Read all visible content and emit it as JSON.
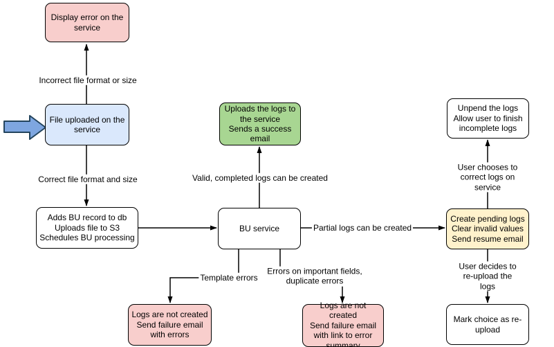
{
  "diagram": {
    "type": "flowchart",
    "background": "#ffffff",
    "palette": {
      "error_fill": "#f8cecc",
      "entry_fill": "#dae8fc",
      "success_fill": "#a8d692",
      "pending_fill": "#fff2cc",
      "process_fill": "#ffffff",
      "stroke": "#000000",
      "entry_arrow_fill": "#7ea6e0",
      "entry_arrow_stroke": "#23445d"
    },
    "nodes": {
      "display_error": {
        "text": "Display error on the\nservice",
        "role": "error",
        "fill": "#f8cecc"
      },
      "file_uploaded": {
        "text": "File uploaded on the\nservice",
        "role": "entry",
        "fill": "#dae8fc"
      },
      "adds_bu_record": {
        "text": "Adds BU record to db\nUploads file to S3\nSchedules BU processing",
        "role": "process",
        "fill": "#ffffff"
      },
      "bu_service": {
        "text": "BU service",
        "role": "process",
        "fill": "#ffffff"
      },
      "upload_success": {
        "text": "Uploads the logs to\nthe service\nSends a success\nemail",
        "role": "success",
        "fill": "#a8d692"
      },
      "create_pending": {
        "text": "Create pending logs\nClear invalid values\nSend resume email",
        "role": "pending",
        "fill": "#fff2cc"
      },
      "unpend_logs": {
        "text": "Unpend the logs\nAllow user to finish\nincomplete logs",
        "role": "process",
        "fill": "#ffffff"
      },
      "mark_reupload": {
        "text": "Mark choice as re-\nupload",
        "role": "process",
        "fill": "#ffffff"
      },
      "fail_template": {
        "text": "Logs are not created\nSend failure email\nwith errors",
        "role": "error",
        "fill": "#f8cecc"
      },
      "fail_fields": {
        "text": "Logs are not created\nSend failure email\nwith link to error\nsummary",
        "role": "error",
        "fill": "#f8cecc"
      }
    },
    "edges": [
      {
        "from": "file_uploaded",
        "to": "display_error",
        "label": "Incorrect file format or size"
      },
      {
        "from": "file_uploaded",
        "to": "adds_bu_record",
        "label": "Correct file format and size"
      },
      {
        "from": "adds_bu_record",
        "to": "bu_service",
        "label": ""
      },
      {
        "from": "bu_service",
        "to": "upload_success",
        "label": "Valid, completed logs can be created"
      },
      {
        "from": "bu_service",
        "to": "create_pending",
        "label": "Partial logs can be created"
      },
      {
        "from": "bu_service",
        "to": "fail_template",
        "label": "Template errors"
      },
      {
        "from": "bu_service",
        "to": "fail_fields",
        "label": "Errors on important fields,\nduplicate errors"
      },
      {
        "from": "create_pending",
        "to": "unpend_logs",
        "label": "User chooses to correct logs on service"
      },
      {
        "from": "create_pending",
        "to": "mark_reupload",
        "label": "User decides to re-upload the logs"
      }
    ],
    "entry_pointer": {
      "shape": "block-arrow-right",
      "points_to": "file_uploaded"
    }
  }
}
